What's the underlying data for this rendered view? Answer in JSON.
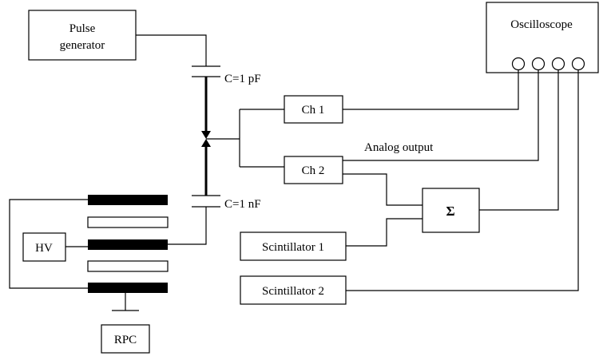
{
  "blocks": {
    "pulse_generator": [
      "Pulse",
      "generator"
    ],
    "oscilloscope": "Oscilloscope",
    "ch1": "Ch 1",
    "ch2": "Ch 2",
    "sum": "Σ",
    "scintillator1": "Scintillator 1",
    "scintillator2": "Scintillator 2",
    "hv": "HV",
    "rpc": "RPC"
  },
  "labels": {
    "cap_top": "C=1 pF",
    "cap_bottom": "C=1 nF",
    "analog_output": "Analog output"
  },
  "colors": {
    "line": "#000000",
    "plate_fill": "#000000",
    "background": "#ffffff"
  }
}
